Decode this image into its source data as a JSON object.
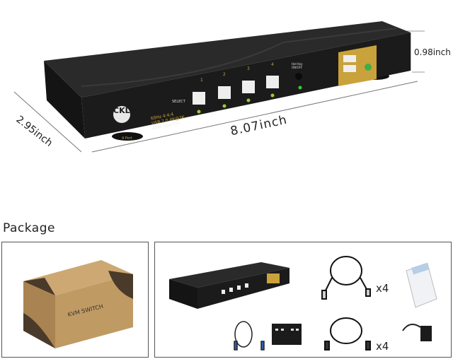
{
  "product": {
    "brand": "CKLau",
    "labels": [
      "60Hz",
      "4:4:4",
      "USB 2.0",
      "4K@2K",
      "KVM SWITCH",
      "4 Port"
    ],
    "select_label": "SELECT",
    "hotkey_label": "Hot Key ON/OFF",
    "port_numbers": [
      "1",
      "2",
      "3",
      "4"
    ]
  },
  "dimensions": {
    "length": "8.07inch",
    "width": "2.95inch",
    "height": "0.98inch"
  },
  "package": {
    "title": "Package",
    "box_label": "KVM SWITCH",
    "usb_cable_qty": "x4",
    "hdmi_cable_qty": "x4"
  },
  "colors": {
    "device": "#1e1e1e",
    "gold": "#c9a23c",
    "box": "#b8915a"
  }
}
